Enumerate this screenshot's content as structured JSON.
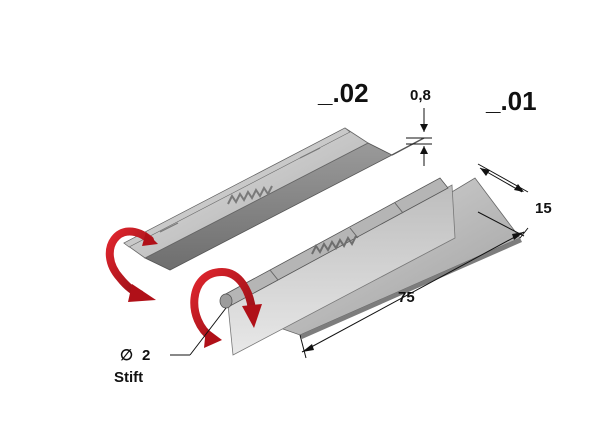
{
  "variants": {
    "left": "_.02",
    "right": "_.01"
  },
  "dimensions": {
    "thickness": "0,8",
    "width": "15",
    "length": "75"
  },
  "pin": {
    "diameter_symbol": "∅",
    "diameter": "2",
    "label": "Stift"
  },
  "colors": {
    "metal_light": "#d9d9d9",
    "metal_mid": "#b8b8b8",
    "metal_dark": "#8f8f8f",
    "rotation_arrow": "#c0121a"
  }
}
